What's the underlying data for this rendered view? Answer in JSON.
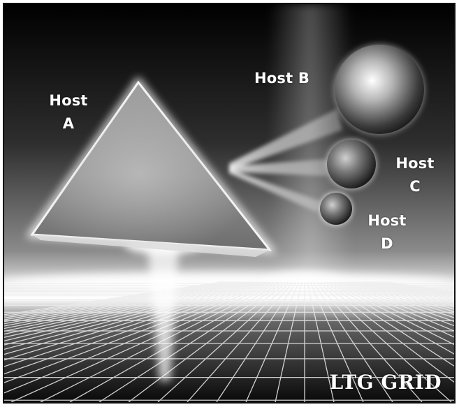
{
  "diagram": {
    "hosts": [
      {
        "id": "a",
        "line1": "Host",
        "line2": "A",
        "shape": "triangle"
      },
      {
        "id": "b",
        "line1": "Host B",
        "line2": "",
        "shape": "sphere"
      },
      {
        "id": "c",
        "line1": "Host",
        "line2": "C",
        "shape": "sphere"
      },
      {
        "id": "d",
        "line1": "Host",
        "line2": "D",
        "shape": "sphere"
      }
    ],
    "brand_text": "LTG GRID",
    "colors": {
      "background": "#000000",
      "glow": "#ffffff",
      "grid": "#e8e8e8"
    }
  }
}
